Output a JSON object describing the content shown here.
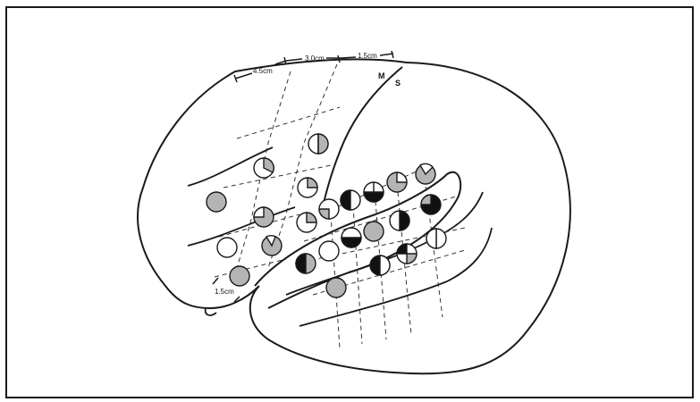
{
  "labels": {
    "dist_left": "4.5cm",
    "dist_mid": "3.0cm",
    "dist_right": "1.5cm",
    "dist_lower": "1.5cm",
    "sulcus_m": "M",
    "sulcus_s": "S"
  },
  "colors": {
    "gray": "#b4b4b4",
    "white": "#ffffff",
    "black": "#111111",
    "line": "#1a1a1a"
  },
  "electrodes": [
    {
      "type": "gray"
    },
    {
      "type": "white-wedge-top"
    },
    {
      "type": "half-gray-right"
    },
    {
      "type": "white-wedge-right"
    },
    {
      "type": "gray-wedge-left"
    },
    {
      "type": "white-wedge-small"
    },
    {
      "type": "white"
    },
    {
      "type": "gray-wedge"
    },
    {
      "type": "gray-wedge"
    },
    {
      "type": "white-wedge-low"
    },
    {
      "type": "gray-white"
    },
    {
      "type": "black-half"
    },
    {
      "type": "half-black-white"
    },
    {
      "type": "gray-white"
    },
    {
      "type": "gray-wedge-top"
    },
    {
      "type": "gray"
    },
    {
      "type": "black-half"
    },
    {
      "type": "white"
    },
    {
      "type": "black-wedge"
    },
    {
      "type": "gray-wedge"
    },
    {
      "type": "gray-black"
    },
    {
      "type": "gray-black-quarter"
    },
    {
      "type": "black-half-left"
    },
    {
      "type": "black-white"
    },
    {
      "type": "black-gray-quarter"
    },
    {
      "type": "white-half-line"
    },
    {
      "type": "gray"
    },
    {
      "type": "gray"
    }
  ]
}
